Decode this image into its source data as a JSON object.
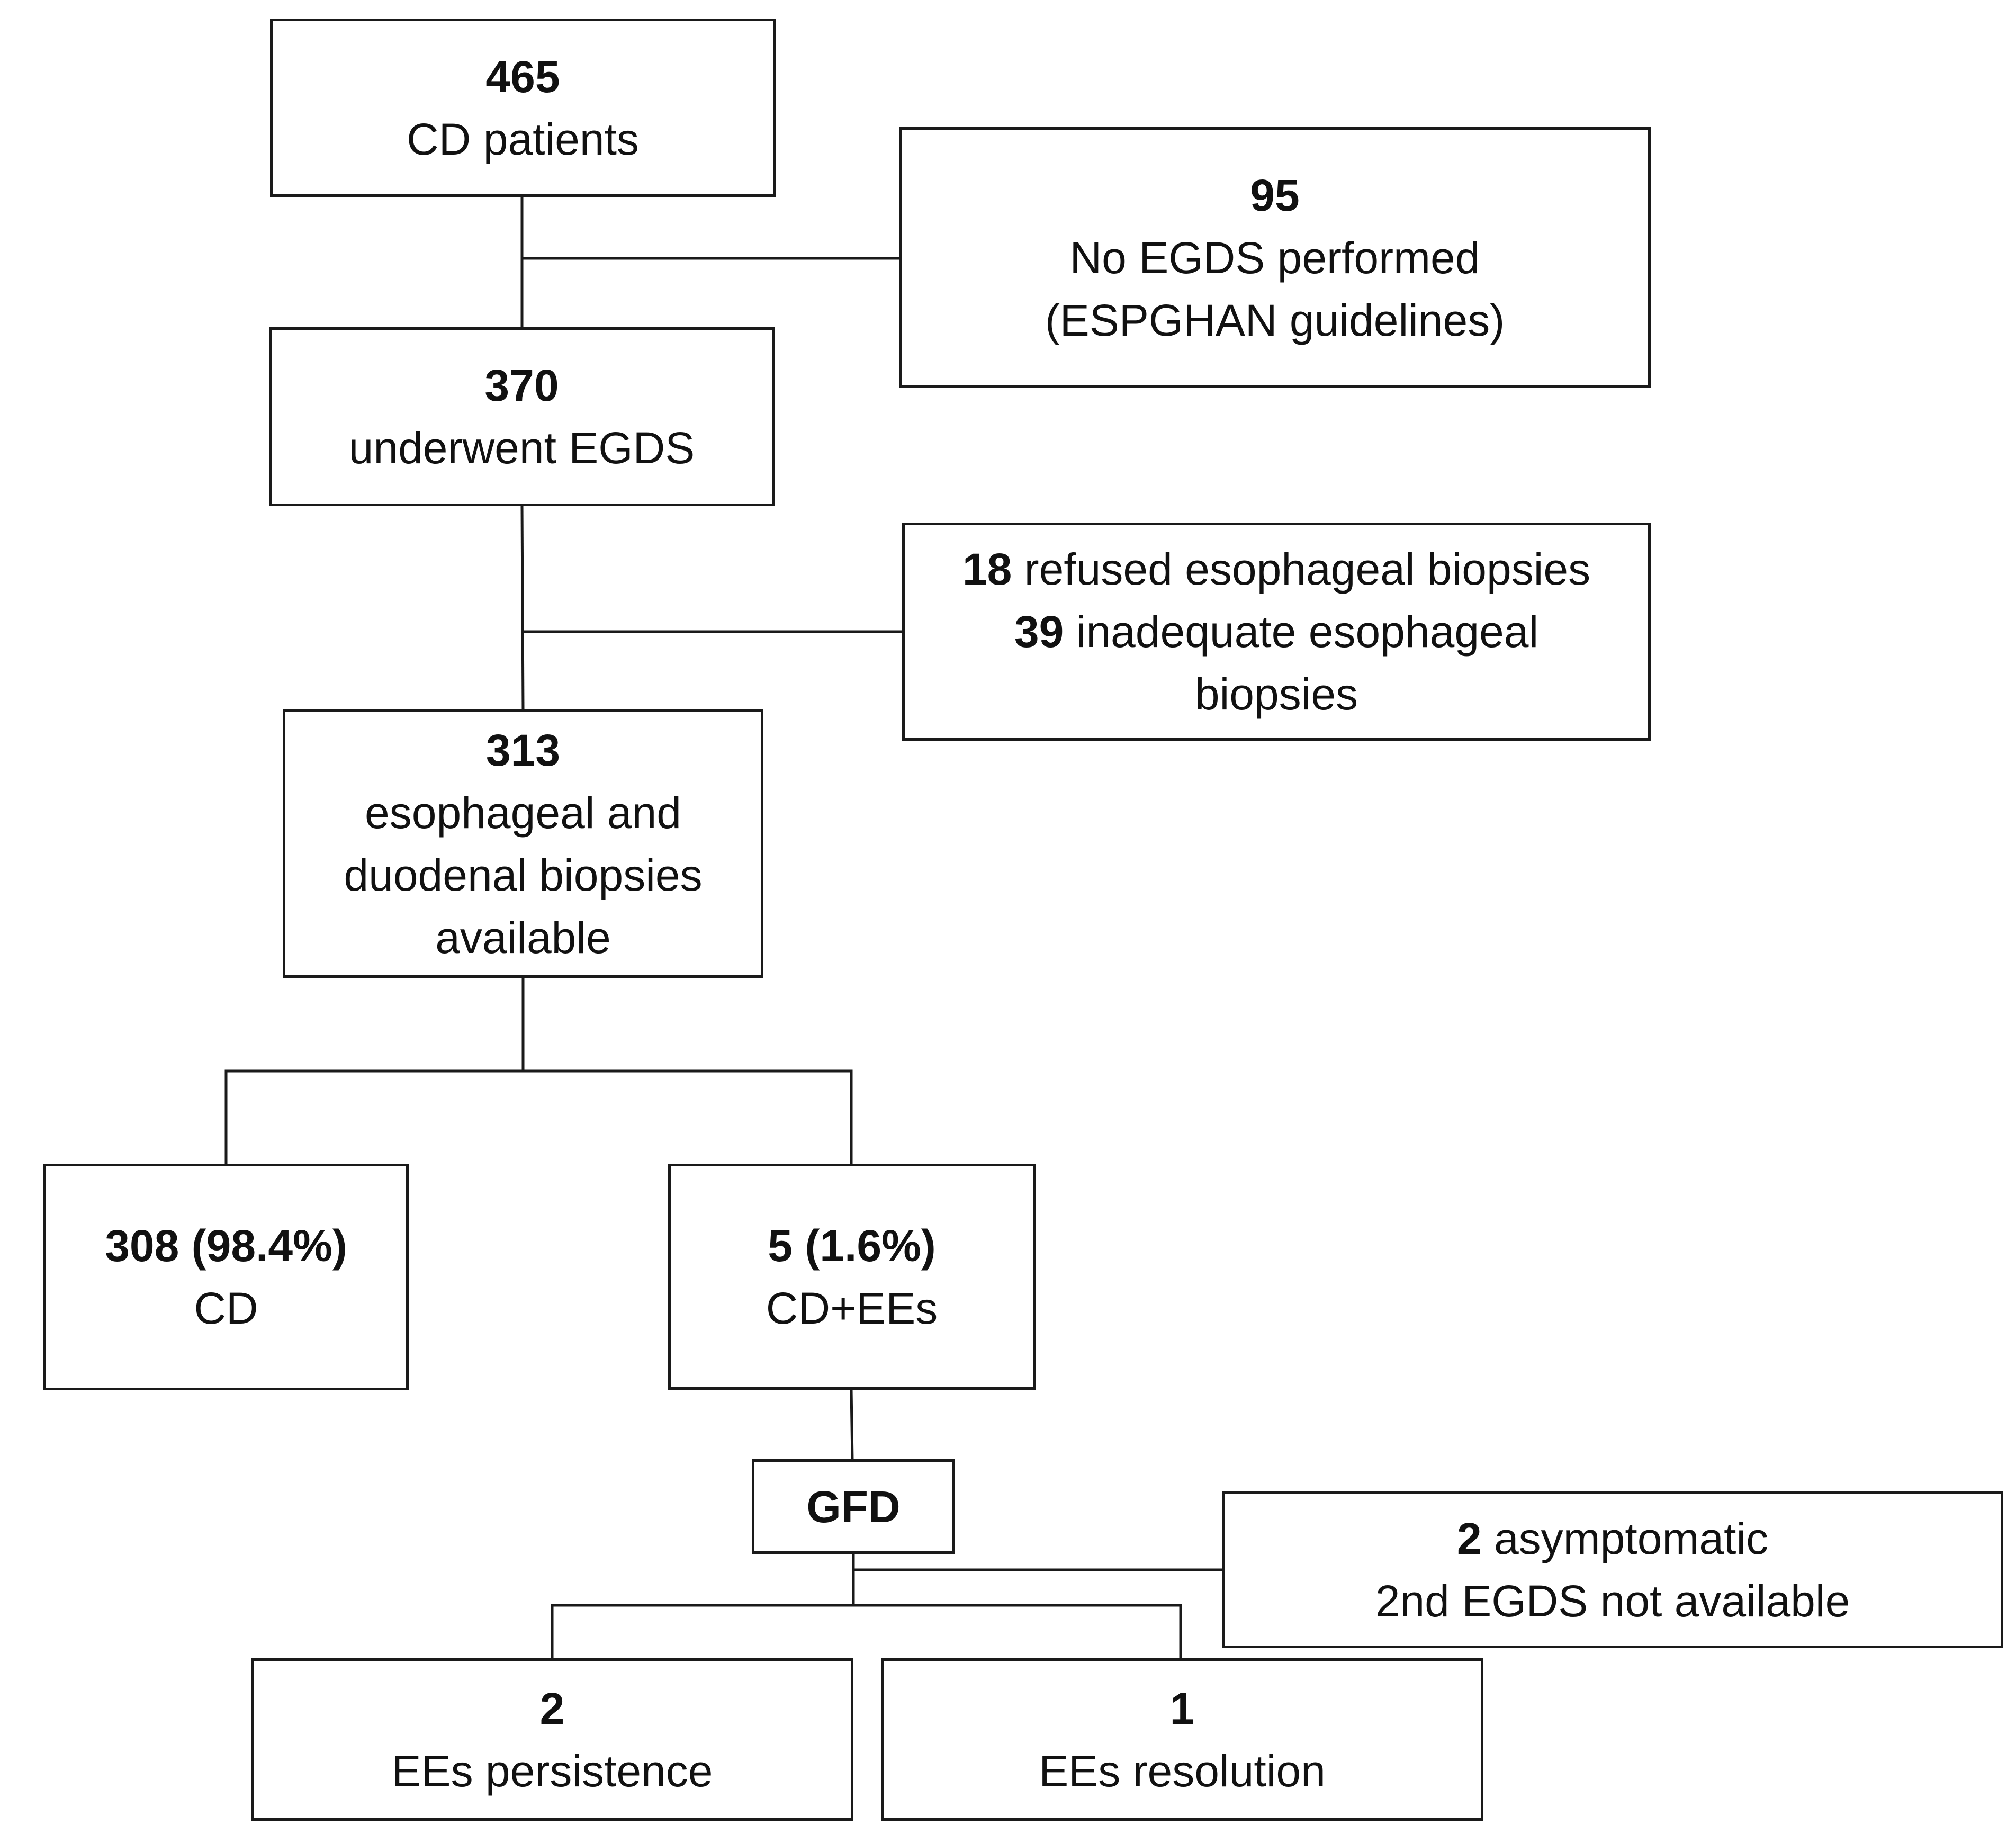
{
  "flowchart": {
    "total": {
      "count": "465",
      "label": "CD patients"
    },
    "excluded_no_egds": {
      "count": "95",
      "label1": "No EGDS performed",
      "label2": "(ESPGHAN guidelines)"
    },
    "egds": {
      "count": "370",
      "label": "underwent EGDS"
    },
    "excluded_biopsies": {
      "refused_count": "18",
      "refused_label": "refused esophageal biopsies",
      "inadequate_count": "39",
      "inadequate_label": "inadequate esophageal",
      "inadequate_label2": "biopsies"
    },
    "biopsies": {
      "count": "313",
      "label1": "esophageal and",
      "label2": "duodenal biopsies",
      "label3": "available"
    },
    "cd_only": {
      "count": "308 (98.4%)",
      "label": "CD"
    },
    "cd_ees": {
      "count": "5 (1.6%)",
      "label": "CD+EEs"
    },
    "gfd": {
      "label": "GFD"
    },
    "asymptomatic": {
      "count": "2",
      "label": "asymptomatic",
      "label2": "2nd EGDS not available"
    },
    "persistence": {
      "count": "2",
      "label": "EEs persistence"
    },
    "resolution": {
      "count": "1",
      "label": "EEs resolution"
    }
  }
}
